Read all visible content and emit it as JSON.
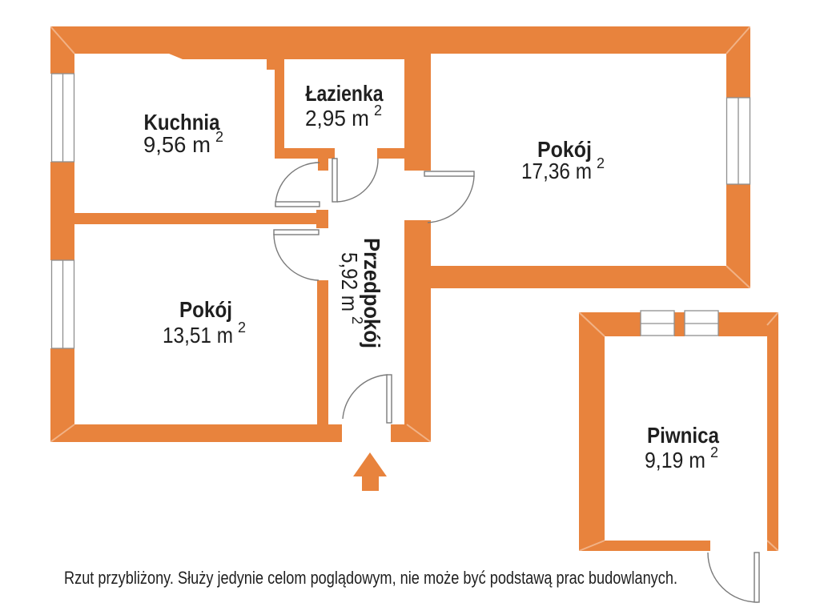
{
  "plan": {
    "title": "floor-plan",
    "rooms": [
      {
        "id": "kuchnia",
        "name": "Kuchnia",
        "area": "9,56 m",
        "area_sup": "2"
      },
      {
        "id": "lazienka",
        "name": "Łazienka",
        "area": "2,95 m",
        "area_sup": "2"
      },
      {
        "id": "pokoj-duzy",
        "name": "Pokój",
        "area": "17,36 m",
        "area_sup": "2"
      },
      {
        "id": "pokoj-maly",
        "name": "Pokój",
        "area": "13,51 m",
        "area_sup": "2"
      },
      {
        "id": "przedpokoj",
        "name": "Przedpokój",
        "area": "5,92 m",
        "area_sup": "2"
      },
      {
        "id": "piwnica",
        "name": "Piwnica",
        "area": "9,19 m",
        "area_sup": "2"
      }
    ],
    "entrance": {
      "icon": "arrow-up"
    },
    "disclaimer": "Rzut przybliżony. Służy jedynie celom poglądowym, nie może być podstawą prac budowlanych.",
    "colors": {
      "wall": "#E8833D",
      "door_stroke": "#7a7a7a",
      "window_frame": "#8f8f8f",
      "text": "#1f1f1f",
      "background": "#ffffff"
    }
  }
}
